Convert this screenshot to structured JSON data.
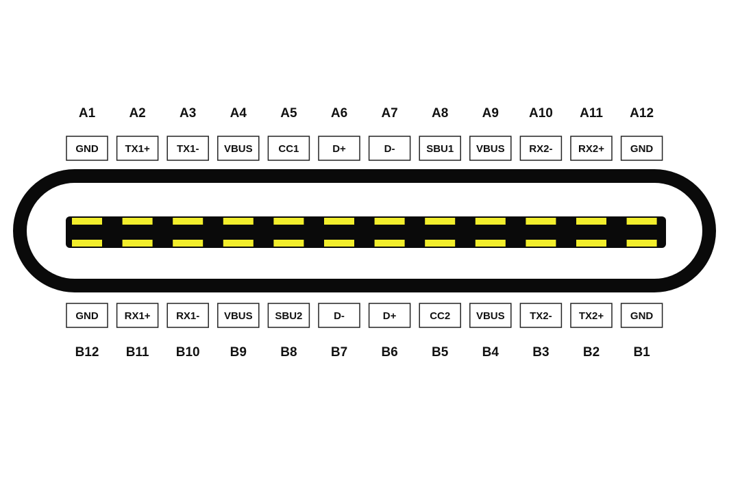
{
  "connector": {
    "shell_color": "#0a0a0a",
    "contact_color": "#f2ee2c",
    "top_row": [
      {
        "id": "A1",
        "signal": "GND"
      },
      {
        "id": "A2",
        "signal": "TX1+"
      },
      {
        "id": "A3",
        "signal": "TX1-"
      },
      {
        "id": "A4",
        "signal": "VBUS"
      },
      {
        "id": "A5",
        "signal": "CC1"
      },
      {
        "id": "A6",
        "signal": "D+"
      },
      {
        "id": "A7",
        "signal": "D-"
      },
      {
        "id": "A8",
        "signal": "SBU1"
      },
      {
        "id": "A9",
        "signal": "VBUS"
      },
      {
        "id": "A10",
        "signal": "RX2-"
      },
      {
        "id": "A11",
        "signal": "RX2+"
      },
      {
        "id": "A12",
        "signal": "GND"
      }
    ],
    "bottom_row": [
      {
        "id": "B12",
        "signal": "GND"
      },
      {
        "id": "B11",
        "signal": "RX1+"
      },
      {
        "id": "B10",
        "signal": "RX1-"
      },
      {
        "id": "B9",
        "signal": "VBUS"
      },
      {
        "id": "B8",
        "signal": "SBU2"
      },
      {
        "id": "B7",
        "signal": "D-"
      },
      {
        "id": "B6",
        "signal": "D+"
      },
      {
        "id": "B5",
        "signal": "CC2"
      },
      {
        "id": "B4",
        "signal": "VBUS"
      },
      {
        "id": "B3",
        "signal": "TX2-"
      },
      {
        "id": "B2",
        "signal": "TX2+"
      },
      {
        "id": "B1",
        "signal": "GND"
      }
    ]
  }
}
